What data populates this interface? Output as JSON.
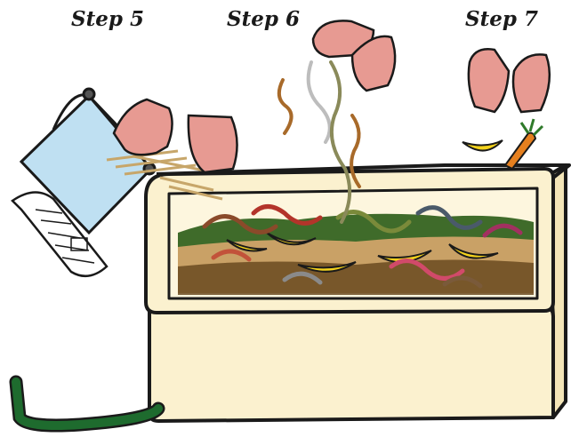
{
  "labels": {
    "step5": "Step 5",
    "step6": "Step 6",
    "step7": "Step 7"
  },
  "colors": {
    "bin_fill": "#fbf1cf",
    "bin_stroke": "#1a1a1a",
    "glove": "#e79a92",
    "hose": "#1e6b2e",
    "banana": "#f3d21c",
    "carrot": "#e6801f",
    "water": "#bfe0f2",
    "bedding": "#6a4a20"
  },
  "icons": [
    "glove-icon",
    "worm-icon",
    "banana-icon",
    "carrot-icon",
    "newspaper-icon",
    "hose-icon",
    "water-bucket-icon"
  ]
}
